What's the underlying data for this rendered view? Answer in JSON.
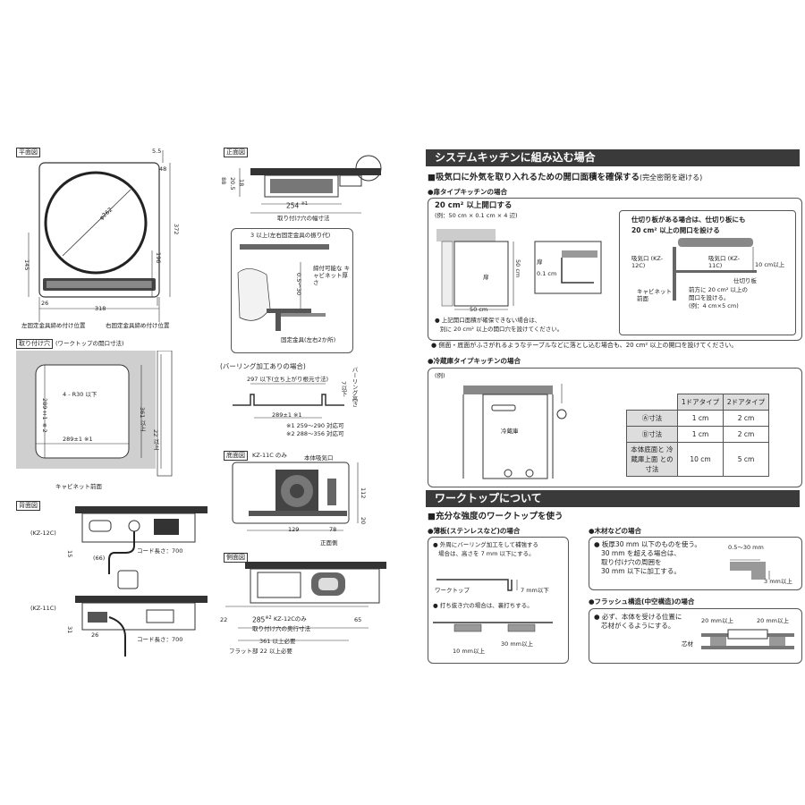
{
  "left": {
    "plan": {
      "tag": "平面図",
      "dims": {
        "d55": "5.5",
        "d48": "48",
        "d372": "372",
        "d145": "145",
        "d196": "196",
        "d26": "26",
        "d318": "318",
        "dia": "φ262"
      },
      "labels": {
        "left_fix": "左固定金具締め付け位置",
        "right_fix": "右固定金具締め付け位置"
      }
    },
    "front": {
      "tag": "正面図",
      "dims": {
        "d88": "88",
        "d205": "20.5",
        "d18": "18",
        "d254": "254",
        "d254sup": "※1"
      },
      "labels": {
        "fitting_width": "取り付け穴の幅寸法"
      }
    },
    "detail": {
      "top": "3 以上(左右固定金具の振り代)",
      "range": "0.5〜30",
      "thickness": "締付可能な キャビネット厚さ",
      "bracket": "固定金具(左右2か所)"
    },
    "hole": {
      "tag": "取り付け穴",
      "title": "(ワークトップの開口寸法)",
      "radius": "4 - R30 以下",
      "d289v": "289±1 ※2",
      "d289h": "289±1 ※1",
      "d361": "361 以上",
      "d22": "22 以上",
      "cabinet": "キャビネット前面"
    },
    "burring": {
      "title": "(バーリング加工ありの場合)",
      "d297": "297 以下(立ち上がり根元寸法)",
      "d7": "7以下",
      "side": "バーリング高さ",
      "d289": "289±1 ※1",
      "note1": "※1  259〜290 対応可",
      "note2": "※2  288〜356 対応可"
    },
    "back": {
      "tag": "背面図",
      "kz12": "(KZ-12C)",
      "kz11": "(KZ-11C)",
      "d15": "15",
      "d66": "(66)",
      "cord1": "コード長さ：700",
      "d31": "31",
      "d26": "26",
      "cord2": "コード長さ：700"
    },
    "bottom": {
      "tag": "底面図",
      "kz": "KZ-11C のみ",
      "intake": "本体吸気口",
      "d112": "112",
      "d20": "20",
      "d129": "129",
      "d78": "78",
      "front": "正面側"
    },
    "side": {
      "tag": "側面図",
      "d22": "22",
      "d285": "285",
      "d285sup": "※2",
      "kz": "KZ-12Cのみ",
      "d65": "65",
      "depth": "取り付け穴の奥行寸法",
      "d361": "361 以上必要",
      "flat": "フラット部 22 以上必要"
    }
  },
  "right": {
    "banner1": "システムキッチンに組み込む場合",
    "heading1": "■吸気口に外気を取り入れるための開口面積を確保する",
    "heading1b": "(完全密閉を避ける)",
    "door": {
      "title": "●扉タイプキッチンの場合",
      "main": "20 cm² 以上開口する",
      "example": "(例：50 cm × 0.1 cm × 4 辺)",
      "door_label": "扉",
      "d50v": "50 cm",
      "d50h": "50 cm",
      "side_door": "扉",
      "side_gap": "0.1 cm",
      "note1": "● 上記開口面積が確保できない場合は、",
      "note2": "別に 20 cm² 以上の開口穴を設けてください。",
      "partition_title1": "仕切り板がある場合は、仕切り板にも",
      "partition_title2": "20 cm² 以上の開口を設ける",
      "intake12": "吸気口 (KZ-12C)",
      "intake11": "吸気口 (KZ-11C)",
      "d10": "10 cm以上",
      "partition": "仕切り板",
      "cab_front": "キャビネット 前面",
      "front_open1": "前方に 20 cm² 以上の",
      "front_open2": "開口を設ける。",
      "front_open3": "(例：4 cm×5 cm)"
    },
    "bullet_side": "● 側面・底面がふさがれるようなテーブルなどに落とし込む場合も、20 cm² 以上の開口を設けてください。",
    "fridge": {
      "title": "●冷蔵庫タイプキッチンの場合",
      "example": "(例)",
      "fridge_label": "冷蔵庫",
      "table": {
        "headers": [
          "",
          "1ドアタイプ",
          "2ドアタイプ"
        ],
        "rows": [
          [
            "Ⓐ寸法",
            "1 cm",
            "2 cm"
          ],
          [
            "Ⓑ寸法",
            "1 cm",
            "2 cm"
          ],
          [
            "本体底面と 冷蔵庫上面 との寸法",
            "10 cm",
            "5 cm"
          ]
        ]
      }
    },
    "banner2": "ワークトップについて",
    "heading2": "■充分な強度のワークトップを使う",
    "thin": {
      "title": "●薄板(ステンレスなど)の場合",
      "b1l1": "● 外周にバーリング加工をして補強する",
      "b1l2": "場合は、高さを 7 mm 以下にする。",
      "worktop": "ワークトップ",
      "d7": "7 mm以下",
      "b2": "● 打ち抜き穴の場合は、裏打ちする。",
      "d30": "30 mm以上",
      "d10": "10 mm以上"
    },
    "wood": {
      "title": "●木材などの場合",
      "l1": "● 板厚30 mm 以下のものを使う。",
      "l2": "30 mm を超える場合は、",
      "l3": "取り付け穴の周囲を",
      "l4": "30 mm 以下に加工する。",
      "range": "0.5〜30 mm",
      "d3": "3 mm以上"
    },
    "flush": {
      "title": "●フラッシュ構造(中空構造)の場合",
      "l1": "● 必ず、本体を受ける位置に",
      "l2": "芯材がくるようにする。",
      "d20a": "20 mm以上",
      "d20b": "20 mm以上",
      "core": "芯材"
    }
  }
}
